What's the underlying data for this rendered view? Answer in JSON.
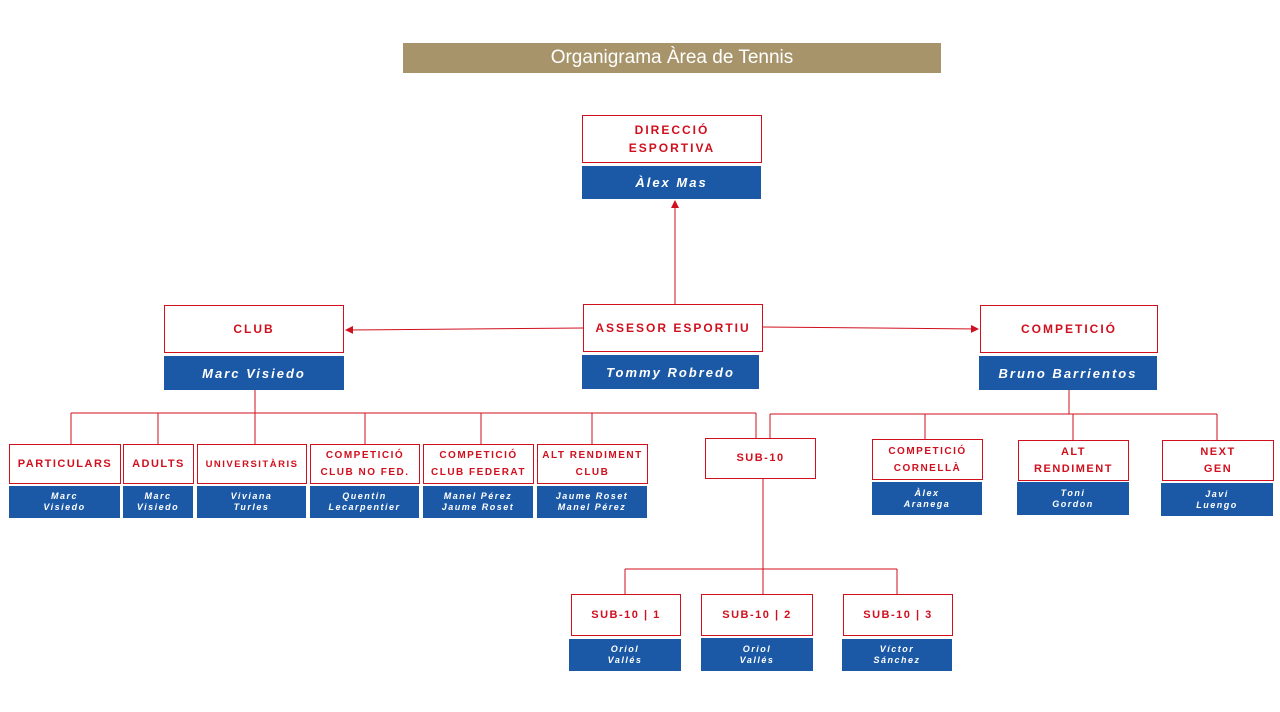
{
  "title": "Organigrama Àrea de Tennis",
  "colors": {
    "title_bg": "#a8946a",
    "role_border": "#d0101e",
    "role_text": "#d0101e",
    "person_bg": "#1b59a6",
    "person_text": "#ffffff"
  },
  "nodes": {
    "direccio": {
      "role": "DIRECCIÓ\nESPORTIVA",
      "person": "Àlex Mas"
    },
    "assessor": {
      "role": "ASSESOR ESPORTIU",
      "person": "Tommy Robredo"
    },
    "club": {
      "role": "CLUB",
      "person": "Marc Visiedo"
    },
    "competicio": {
      "role": "COMPETICIÓ",
      "person": "Bruno Barrientos"
    },
    "particulars": {
      "role": "PARTICULARS",
      "person": "Marc\nVisiedo"
    },
    "adults": {
      "role": "ADULTS",
      "person": "Marc\nVisiedo"
    },
    "universitaris": {
      "role": "UNIVERSITÀRIS",
      "person": "Viviana\nTurles"
    },
    "comp_club_no_fed": {
      "role": "COMPETICIÓ\nCLUB NO FED.",
      "person": "Quentin\nLecarpentier"
    },
    "comp_club_federat": {
      "role": "COMPETICIÓ\nCLUB FEDERAT",
      "person": "Manel Pérez\nJaume Roset"
    },
    "alt_rendiment_club": {
      "role": "ALT RENDIMENT\nCLUB",
      "person": "Jaume Roset\nManel Pérez"
    },
    "sub10": {
      "role": "SUB-10"
    },
    "comp_cornella": {
      "role": "COMPETICIÓ\nCORNELLÀ",
      "person": "Àlex\nAranega"
    },
    "alt_rendiment": {
      "role": "ALT\nRENDIMENT",
      "person": "Toni\nGordon"
    },
    "next_gen": {
      "role": "NEXT\nGEN",
      "person": "Javi\nLuengo"
    },
    "sub10_1": {
      "role": "SUB-10 | 1",
      "person": "Oriol\nVallés"
    },
    "sub10_2": {
      "role": "SUB-10 | 2",
      "person": "Oriol\nVallés"
    },
    "sub10_3": {
      "role": "SUB-10 | 3",
      "person": "Víctor\nSánchez"
    }
  }
}
